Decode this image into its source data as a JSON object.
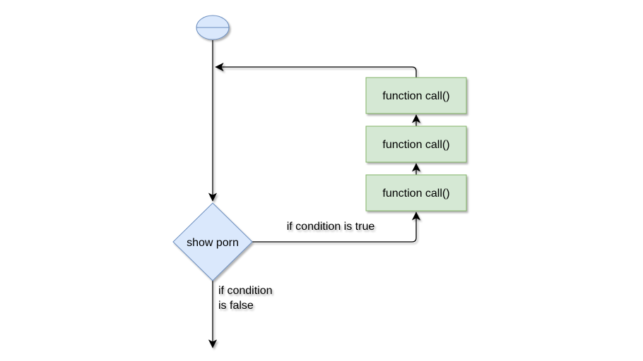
{
  "diagram": {
    "type": "flowchart",
    "nodes": {
      "start": {
        "shape": "divided-ellipse",
        "label": ""
      },
      "decision": {
        "shape": "diamond",
        "label": "show porn"
      },
      "processes": [
        {
          "label": "function call()"
        },
        {
          "label": "function call()"
        },
        {
          "label": "function call()"
        }
      ]
    },
    "edge_labels": {
      "true_branch": "if condition is true",
      "false_branch_line1": "if condition",
      "false_branch_line2": "is false"
    },
    "colors": {
      "node_blue_fill": "#dae8fc",
      "node_blue_stroke": "#6c8ebf",
      "process_green_fill": "#d5e8d4",
      "process_green_stroke": "#82b366",
      "edge_color": "#000000",
      "text_color": "#000000",
      "background": "#ffffff"
    }
  }
}
